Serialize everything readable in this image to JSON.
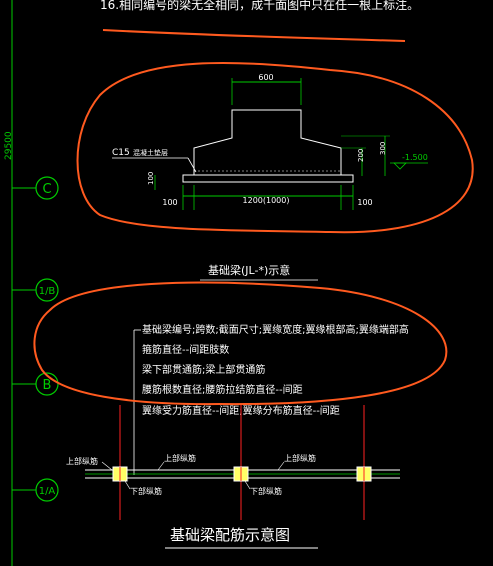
{
  "header_note": "16.相同编号的梁无全相同，成千面图中只在任一根上标注。",
  "grid_dimension": "29500",
  "axis_labels": {
    "c": "C",
    "one_b": "1/B",
    "b": "B",
    "one_a": "1/A"
  },
  "section_detail": {
    "dim_top": "600",
    "dim_bottom": "1200(1000)",
    "dim_left": "100",
    "dim_right": "100",
    "dim_left_side": "100",
    "dim_200": "200",
    "dim_300": "300",
    "elevation": "-1.500",
    "concrete_label": "C15",
    "concrete_text": "混凝土垫层",
    "title": "基础梁(JL-*)示意"
  },
  "rebar_notes": {
    "line1": "基础梁编号;跨数;截面尺寸;翼缘宽度;翼缘根部高;翼缘端部高",
    "line2": "箍筋直径--间距肢数",
    "line3": "梁下部贯通筋;梁上部贯通筋",
    "line4": "腰筋根数直径;腰筋拉结筋直径--间距",
    "line5": "翼缘受力筋直径--间距;翼缘分布筋直径--间距"
  },
  "beam_diagram": {
    "top_rebar_1": "上部纵筋",
    "top_rebar_2": "上部纵筋",
    "top_rebar_3": "上部纵筋",
    "bottom_rebar_1": "下部纵筋",
    "bottom_rebar_2": "下部纵筋",
    "title": "基础梁配筋示意图"
  },
  "colors": {
    "background": "#000000",
    "grid_line": "#00cc00",
    "detail_line": "#ffffff",
    "markup": "#ff5a1f",
    "column_fill": "#ffff66",
    "axis_line": "#ff2222"
  }
}
